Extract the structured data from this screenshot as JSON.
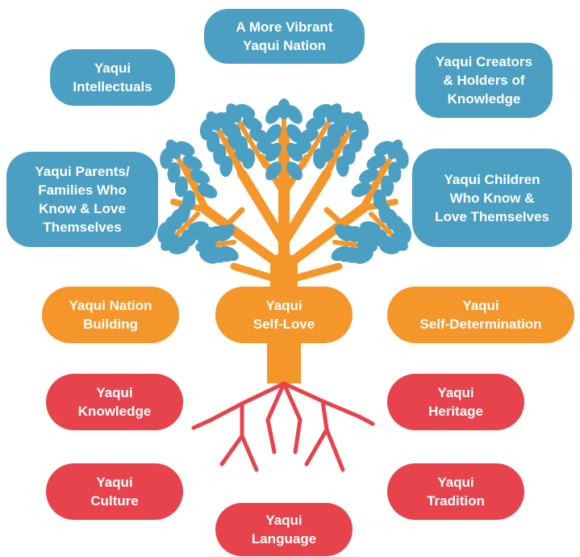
{
  "colors": {
    "blue": "#4a9fc3",
    "orange": "#f5962a",
    "red": "#e6434c",
    "trunk": "#f5962a",
    "roots": "#e6434c",
    "leaves": "#4a9fc3"
  },
  "labels": {
    "vibrant_nation": "A More Vibrant\nYaqui Nation",
    "intellectuals": "Yaqui\nIntellectuals",
    "creators": "Yaqui Creators\n& Holders of\nKnowledge",
    "parents": "Yaqui Parents/\nFamilies Who\nKnow & Love\nThemselves",
    "children": "Yaqui Children\nWho Know &\nLove Themselves",
    "nation_building": "Yaqui Nation\nBuilding",
    "self_love": "Yaqui\nSelf-Love",
    "self_determination": "Yaqui\nSelf-Determination",
    "knowledge": "Yaqui\nKnowledge",
    "heritage": "Yaqui\nHeritage",
    "culture": "Yaqui\nCulture",
    "tradition": "Yaqui\nTradition",
    "language": "Yaqui\nLanguage"
  }
}
